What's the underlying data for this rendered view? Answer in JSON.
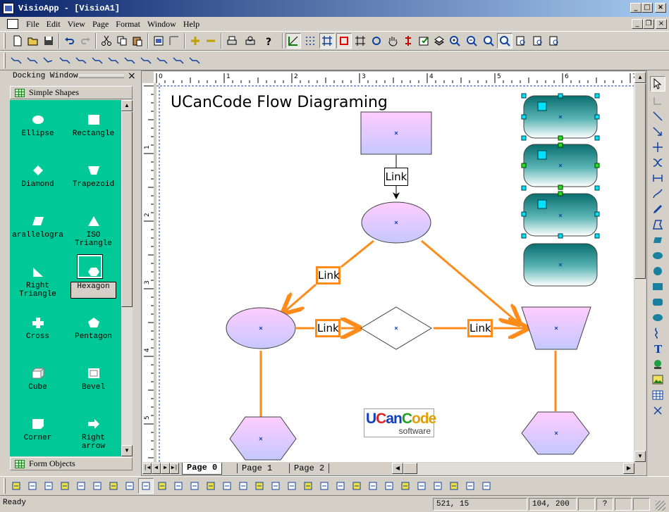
{
  "window": {
    "title": "VisioApp - [VisioA1]",
    "minimize": "_",
    "maximize": "□",
    "close": "×"
  },
  "menu": [
    "File",
    "Edit",
    "View",
    "Page",
    "Format",
    "Window",
    "Help"
  ],
  "docking": {
    "title": "Docking Window",
    "close": "×",
    "simple_shapes_label": "Simple Shapes",
    "form_objects_label": "Form Objects",
    "shapes": [
      {
        "label": "Ellipse",
        "icon": "ellipse-icon"
      },
      {
        "label": "Rectangle",
        "icon": "rectangle-icon"
      },
      {
        "label": "Diamond",
        "icon": "diamond-icon"
      },
      {
        "label": "Trapezoid",
        "icon": "trapezoid-icon"
      },
      {
        "label": "arallelogra",
        "icon": "parallelogram-icon"
      },
      {
        "label": "ISO\nTriangle",
        "icon": "iso-triangle-icon"
      },
      {
        "label": "Right\nTriangle",
        "icon": "right-triangle-icon"
      },
      {
        "label": "Hexagon",
        "icon": "hexagon-icon"
      },
      {
        "label": "Cross",
        "icon": "cross-icon"
      },
      {
        "label": "Pentagon",
        "icon": "pentagon-icon"
      },
      {
        "label": "Cube",
        "icon": "cube-icon"
      },
      {
        "label": "Bevel",
        "icon": "bevel-icon"
      },
      {
        "label": "Corner",
        "icon": "corner-icon"
      },
      {
        "label": "Right\narrow",
        "icon": "right-arrow-icon"
      }
    ]
  },
  "ruler": {
    "top_marks": [
      "0",
      "1",
      "2",
      "3",
      "4",
      "5",
      "6",
      "7"
    ],
    "left_marks": [
      "1",
      "2",
      "3",
      "4",
      "5"
    ]
  },
  "canvas": {
    "heading": "UCanCode Flow Diagraming",
    "link_label": "Link",
    "logo_brand": "UCanCode",
    "logo_sub": "software"
  },
  "page_tabs": [
    {
      "label": "Page  0"
    },
    {
      "label": "Page  1"
    },
    {
      "label": "Page  2"
    }
  ],
  "status": {
    "text": "Ready",
    "cursor": "521, 15",
    "size": "104, 200"
  },
  "colors": {
    "title_start": "#0a246a",
    "title_end": "#a6caf0",
    "shape_panel": "#00c896",
    "shape_fill_top": "#ffccff",
    "shape_fill_bottom": "#c4c8ff",
    "link_orange": "#ff8c1a",
    "teal_dark": "#0a6e6e"
  }
}
